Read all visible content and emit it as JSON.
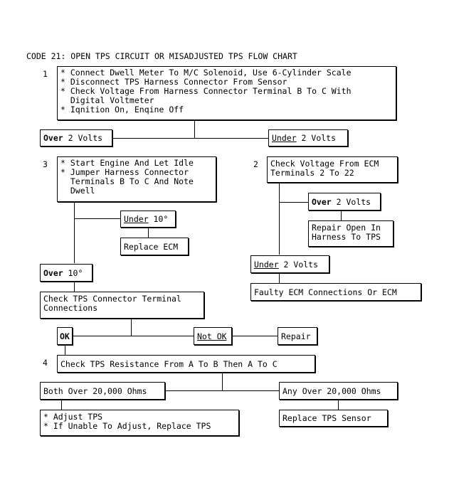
{
  "title": "CODE 21: OPEN TPS CIRCUIT OR MISADJUSTED TPS FLOW CHART",
  "step_numbers": {
    "s1": "1",
    "s2": "2",
    "s3": "3",
    "s4": "4"
  },
  "step1": {
    "lines": [
      "* Connect Dwell Meter To M/C Solenoid, Use 6-Cylinder Scale",
      "* Disconnect TPS Harness Connector From Sensor",
      "* Check Voltage From Harness Connector Terminal B To C With",
      "  Digital Voltmeter",
      "* Iqnition On, Enqine Off"
    ]
  },
  "branch_over2": {
    "keyword": "Over",
    "rest": " 2 Volts"
  },
  "branch_under2": {
    "keyword": "Under",
    "rest": " 2 Volts"
  },
  "step3": {
    "lines": [
      "* Start Engine And Let Idle",
      "* Jumper Harness Connector",
      "  Terminals B To C And Note",
      "  Dwell"
    ]
  },
  "under10": {
    "keyword": "Under",
    "rest": " 10°"
  },
  "replace_ecm": "Replace ECM",
  "over10": {
    "keyword": "Over",
    "rest": " 10°"
  },
  "check_tps_conn": {
    "lines": [
      "Check TPS Connector Terminal",
      "Connections"
    ]
  },
  "ok": "OK",
  "not_ok": "Not OK",
  "repair": "Repair",
  "step2": {
    "lines": [
      "Check Voltage From ECM",
      "Terminals 2 To 22"
    ]
  },
  "step2_over2": {
    "keyword": "Over",
    "rest": " 2 Volts"
  },
  "repair_open": {
    "lines": [
      "Repair Open In",
      "Harness To TPS"
    ]
  },
  "step2_under2": {
    "keyword": "Under",
    "rest": " 2 Volts"
  },
  "faulty_ecm": "Faulty ECM Connections Or ECM",
  "step4": "Check TPS Resistance From A To B Then A To C",
  "both_over": "Both Over 20,000 Ohms",
  "any_over": "Any Over 20,000 Ohms",
  "adjust_tps": {
    "lines": [
      "* Adjust TPS",
      "* If Unable To Adjust, Replace TPS"
    ]
  },
  "replace_sensor": "Replace TPS Sensor"
}
